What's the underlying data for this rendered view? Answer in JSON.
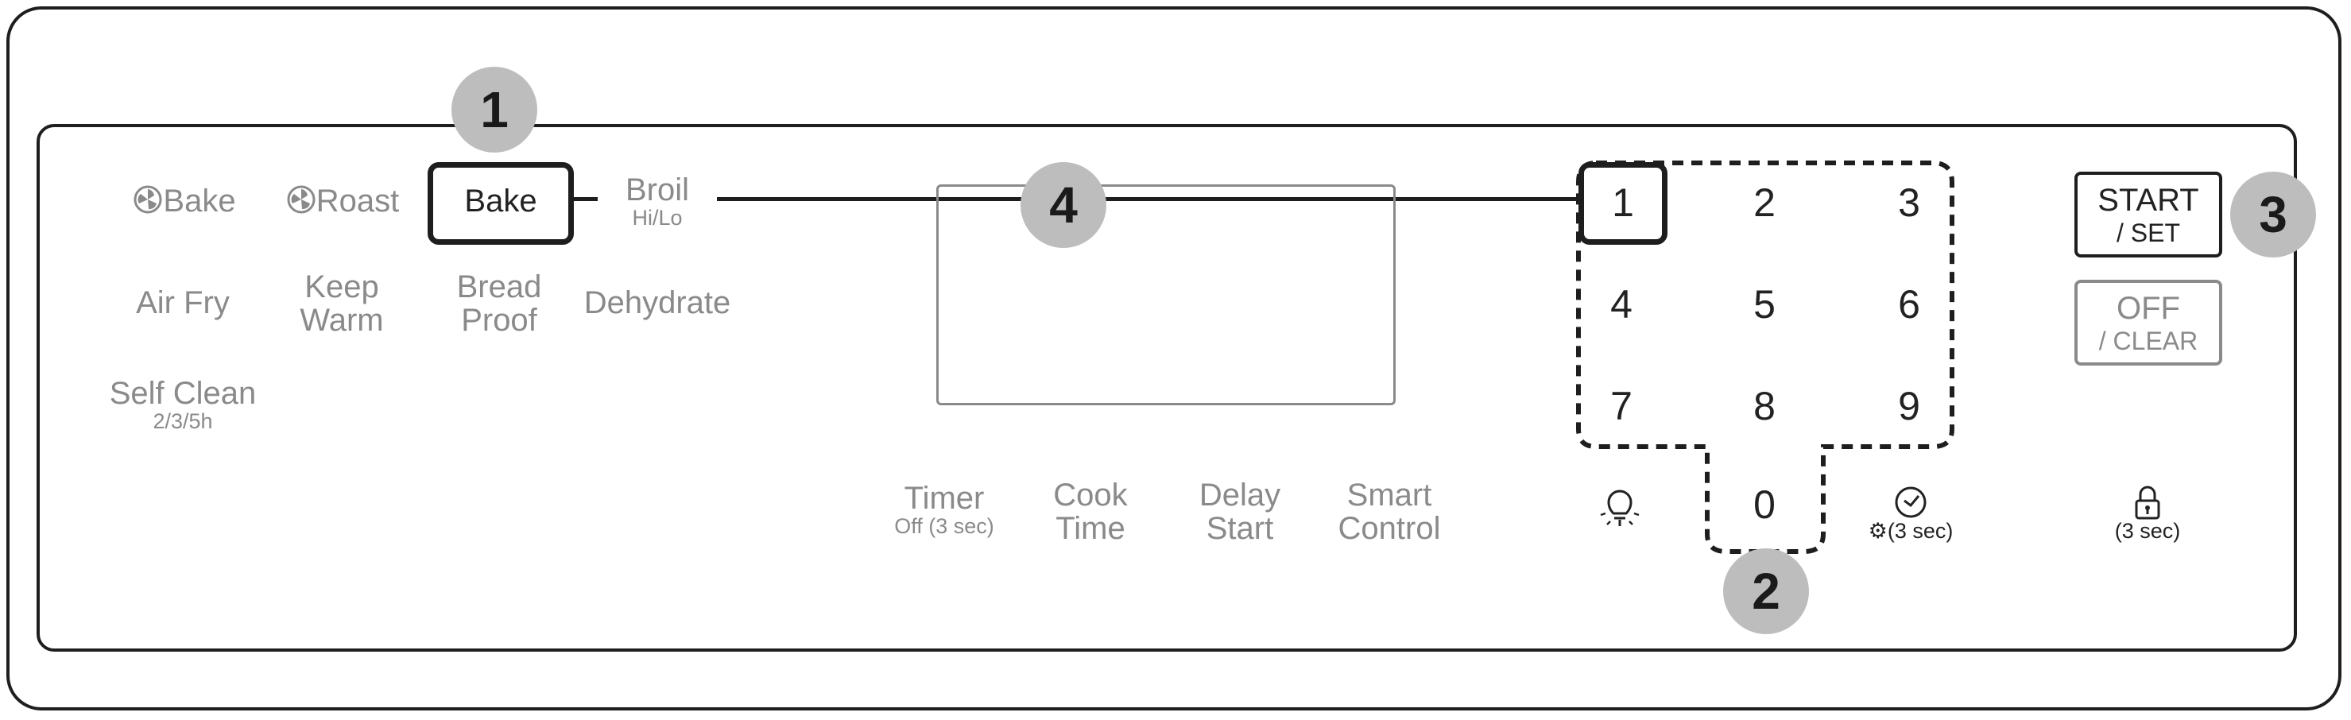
{
  "mode_keys": {
    "conv_bake": {
      "label": "Bake",
      "icon": "fan-icon"
    },
    "conv_roast": {
      "label": "Roast",
      "icon": "fan-icon"
    },
    "bake": {
      "label": "Bake"
    },
    "broil": {
      "label": "Broil",
      "sub": "Hi/Lo"
    },
    "air_fry": {
      "label": "Air Fry"
    },
    "keep_warm": {
      "line1": "Keep",
      "line2": "Warm"
    },
    "bread_proof": {
      "line1": "Bread",
      "line2": "Proof"
    },
    "dehydrate": {
      "label": "Dehydrate"
    },
    "self_clean": {
      "label": "Self Clean",
      "sub": "2/3/5h"
    }
  },
  "function_keys": {
    "timer": {
      "label": "Timer",
      "sub": "Off (3 sec)"
    },
    "cook_time": {
      "line1": "Cook",
      "line2": "Time"
    },
    "delay_start": {
      "line1": "Delay",
      "line2": "Start"
    },
    "smart_control": {
      "line1": "Smart",
      "line2": "Control"
    }
  },
  "keypad": [
    "1",
    "2",
    "3",
    "4",
    "5",
    "6",
    "7",
    "8",
    "9",
    "0"
  ],
  "icon_keys": {
    "light": {
      "icon": "light-icon"
    },
    "clock": {
      "icon": "clock-icon",
      "sub_icon": "gear-icon",
      "sub": "(3 sec)"
    },
    "lock": {
      "icon": "lock-icon",
      "sub": "(3 sec)"
    }
  },
  "buttons": {
    "start": {
      "line1": "START",
      "line2": "/ SET"
    },
    "off": {
      "line1": "OFF",
      "line2": "/ CLEAR"
    }
  },
  "callouts": [
    "1",
    "2",
    "3",
    "4"
  ],
  "colors": {
    "outline": "#1e1e1e",
    "inactive_text": "#8a8a8a",
    "callout_fill": "#bdbdbd"
  }
}
